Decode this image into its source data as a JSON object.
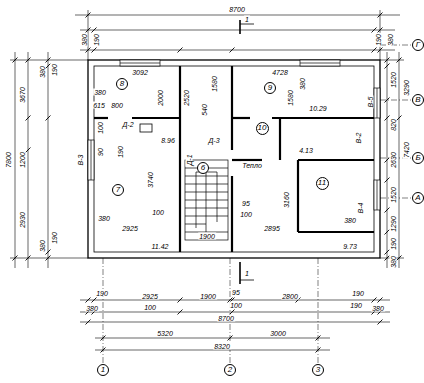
{
  "diagram": {
    "nodes": [
      {
        "text": [
          "8"
        ]
      },
      {
        "text": [
          "9"
        ]
      },
      {
        "text": [
          "10"
        ]
      },
      {
        "text": [
          "7"
        ]
      },
      {
        "text": [
          "6"
        ]
      },
      {
        "text": [
          "11"
        ]
      },
      {
        "text": [
          "Г"
        ]
      },
      {
        "text": [
          "В"
        ]
      },
      {
        "text": [
          "Б"
        ]
      },
      {
        "text": [
          "А"
        ]
      },
      {
        "text": [
          "1"
        ]
      },
      {
        "text": [
          "2"
        ]
      },
      {
        "text": [
          "3"
        ]
      }
    ],
    "labels": [
      "8700",
      "1",
      "190",
      "380",
      "190",
      "380",
      "380",
      "190",
      "3670",
      "7800",
      "1200",
      "2930",
      "190",
      "380",
      "В-3",
      "3092",
      "4728",
      "380",
      "615",
      "800",
      "2000",
      "2520",
      "1580",
      "540",
      "1580",
      "380",
      "10.29",
      "Д-2",
      "8.96",
      "Д-3",
      "Д-1",
      "3740",
      "100",
      "90",
      "190",
      "4.13",
      "Тепло",
      "В-2",
      "В-5",
      "В-4",
      "3160",
      "95",
      "100",
      "100",
      "2925",
      "2895",
      "380",
      "380",
      "1900",
      "11.42",
      "9.73",
      "1",
      "190",
      "2925",
      "1900",
      "95",
      "2800",
      "190",
      "380",
      "100",
      "100",
      "190",
      "380",
      "8700",
      "5320",
      "3000",
      "8320",
      "1520",
      "3290",
      "820",
      "2630",
      "7420",
      "1520",
      "1290",
      "190",
      "380"
    ]
  }
}
